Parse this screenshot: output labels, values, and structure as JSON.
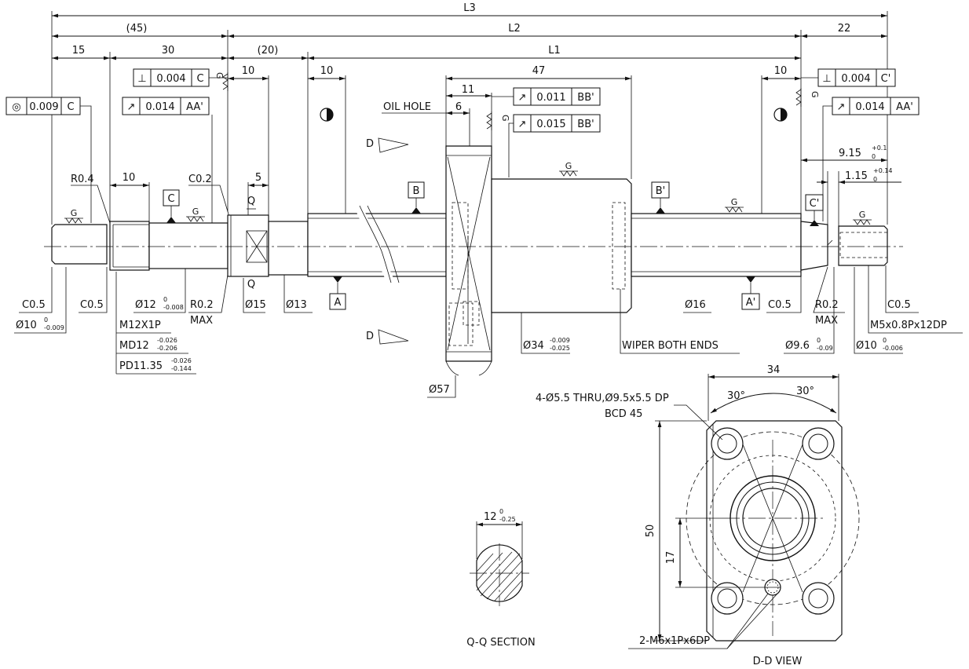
{
  "dimensions": {
    "L3": "L3",
    "d45": "(45)",
    "L2": "L2",
    "d22": "22",
    "d15": "15",
    "d30": "30",
    "d20": "(20)",
    "L1": "L1",
    "d10a": "10",
    "d10b": "10",
    "d47": "47",
    "d10c": "10",
    "d11": "11",
    "d6": "6",
    "d10d": "10",
    "d5": "5",
    "r04": "R0.4",
    "c02": "C0.2",
    "d915": "9.15",
    "d915_tol_up": "+0.1",
    "d915_tol_lo": "0",
    "d115": "1.15",
    "d115_tol_up": "+0.14",
    "d115_tol_lo": "0",
    "c05a": "C0.5",
    "c05b": "C0.5",
    "c05c": "C0.5",
    "c05d": "C0.5",
    "dia10": "Ø10",
    "dia10_up": "0",
    "dia10_lo": "-0.009",
    "m12": "M12X1P",
    "md12": "MD12",
    "md12_up": "-0.026",
    "md12_lo": "-0.206",
    "pd": "PD11.35",
    "pd_up": "-0.026",
    "pd_lo": "-0.144",
    "dia12": "Ø12",
    "dia12_up": "0",
    "dia12_lo": "-0.008",
    "r02a": "R0.2",
    "max_a": "MAX",
    "dia15": "Ø15",
    "dia13": "Ø13",
    "dia34": "Ø34",
    "dia34_up": "-0.009",
    "dia34_lo": "-0.025",
    "wiper": "WIPER BOTH ENDS",
    "dia16": "Ø16",
    "r02b": "R0.2",
    "max_b": "MAX",
    "dia96": "Ø9.6",
    "dia96_up": "0",
    "dia96_lo": "-0.09",
    "dia10b": "Ø10",
    "dia10b_up": "0",
    "dia10b_lo": "-0.006",
    "m5": "M5x0.8Px12DP",
    "dia57": "Ø57",
    "oil_hole": "OIL HOLE"
  },
  "gdt": {
    "f1": {
      "sym": "◎",
      "val": "0.009",
      "ref": "C"
    },
    "f2": {
      "sym": "⊥",
      "val": "0.004",
      "ref": "C"
    },
    "f3": {
      "sym": "↗",
      "val": "0.014",
      "ref": "AA'"
    },
    "f4": {
      "sym": "↗",
      "val": "0.011",
      "ref": "BB'"
    },
    "f5": {
      "sym": "↗",
      "val": "0.015",
      "ref": "BB'"
    },
    "f6": {
      "sym": "⊥",
      "val": "0.004",
      "ref": "C'"
    },
    "f7": {
      "sym": "↗",
      "val": "0.014",
      "ref": "AA'"
    }
  },
  "datums": {
    "c": "C",
    "b": "B",
    "bp": "B'",
    "cp": "C'",
    "a": "A",
    "ap": "A'"
  },
  "marks": {
    "q": "Q",
    "d": "D",
    "g": "G"
  },
  "views": {
    "qq_title": "Q-Q SECTION",
    "qq_width": "12",
    "qq_up": "0",
    "qq_lo": "-0.25",
    "dd_title": "D-D VIEW",
    "dd_width": "34",
    "angle": "30°",
    "holes1": "4-Ø5.5 THRU,Ø9.5x5.5 DP",
    "bcd": "BCD 45",
    "h50": "50",
    "h17": "17",
    "holes2": "2-M6x1Px6DP"
  }
}
